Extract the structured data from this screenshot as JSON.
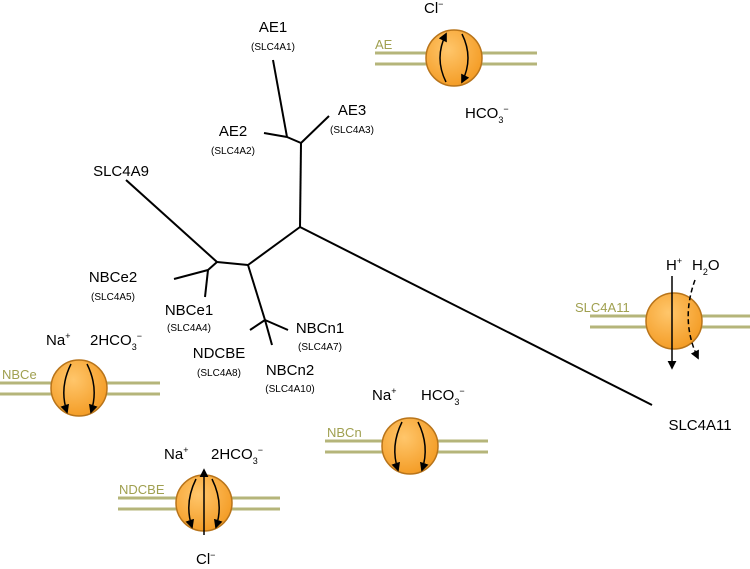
{
  "colors": {
    "membrane": "#b5b57a",
    "membrane_label": "#a0a050",
    "transporter_fill": "#f7a93a",
    "transporter_stroke": "#b8741a",
    "tree_line": "#000000"
  },
  "tree": {
    "leaves": [
      {
        "name": "AE1",
        "gene": "(SLC4A1)"
      },
      {
        "name": "AE3",
        "gene": "(SLC4A3)"
      },
      {
        "name": "AE2",
        "gene": "(SLC4A2)"
      },
      {
        "name": "SLC4A9",
        "gene": ""
      },
      {
        "name": "NBCe2",
        "gene": "(SLC4A5)"
      },
      {
        "name": "NBCe1",
        "gene": "(SLC4A4)"
      },
      {
        "name": "NBCn1",
        "gene": "(SLC4A7)"
      },
      {
        "name": "NDCBE",
        "gene": "(SLC4A8)"
      },
      {
        "name": "NBCn2",
        "gene": "(SLC4A10)"
      },
      {
        "name": "SLC4A11",
        "gene": ""
      }
    ]
  },
  "transporters": {
    "ae": {
      "membrane": "AE",
      "top": "Cl",
      "top_sup": "−",
      "bottom": "HCO",
      "bottom_sub": "3",
      "bottom_sup": "−"
    },
    "nbce": {
      "membrane": "NBCe",
      "left": "Na",
      "left_sup": "+",
      "right": "2HCO",
      "right_sub": "3",
      "right_sup": "−"
    },
    "nbcn": {
      "membrane": "NBCn",
      "left": "Na",
      "left_sup": "+",
      "right": "HCO",
      "right_sub": "3",
      "right_sup": "−"
    },
    "ndcbe": {
      "membrane": "NDCBE",
      "left": "Na",
      "left_sup": "+",
      "right": "2HCO",
      "right_sub": "3",
      "right_sup": "−",
      "bottom": "Cl",
      "bottom_sup": "−"
    },
    "slc4a11": {
      "membrane": "SLC4A11",
      "left": "H",
      "left_sup": "+",
      "right": "H",
      "right_sub": "2",
      "right_tail": "O"
    }
  }
}
